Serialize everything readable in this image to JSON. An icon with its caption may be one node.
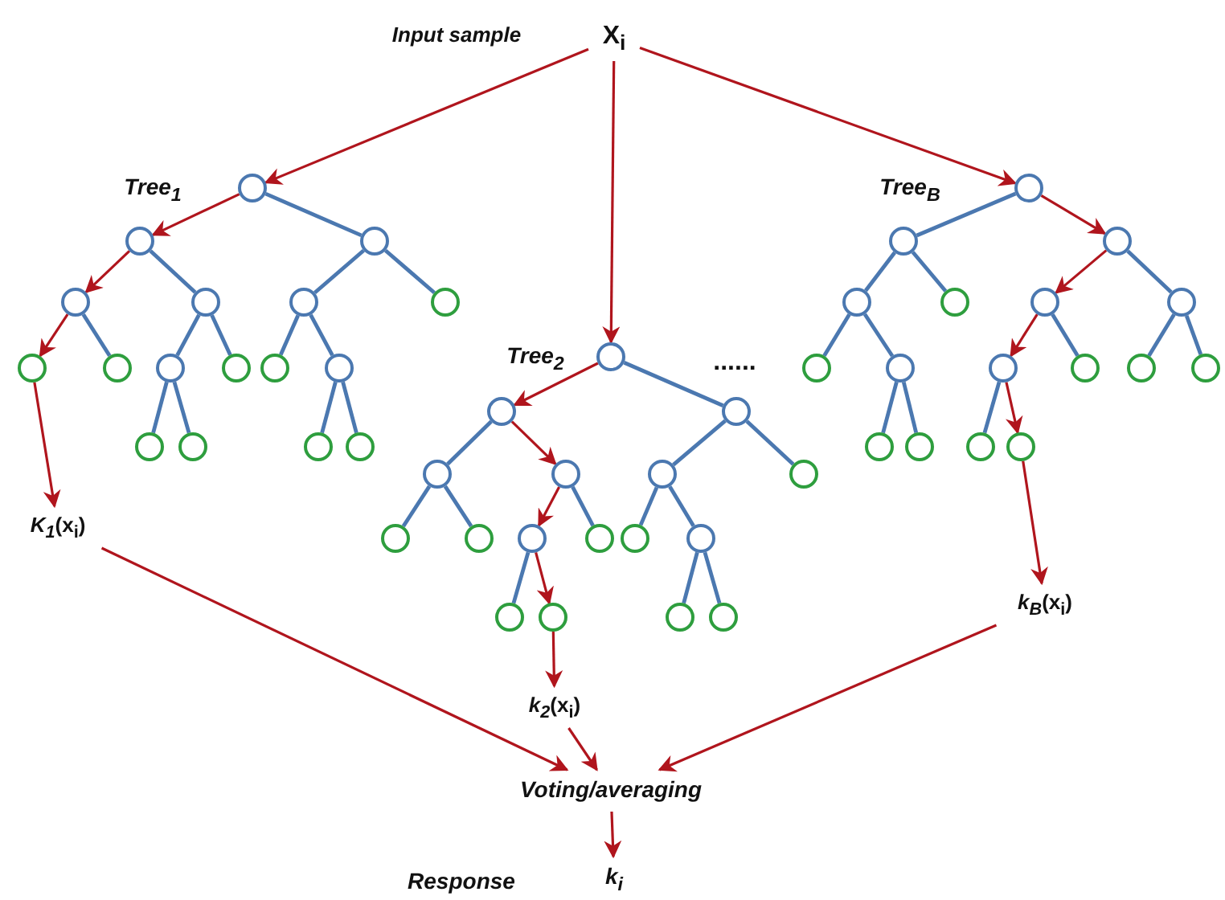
{
  "diagram": {
    "nodes": [
      {
        "text": [
          "X$_{i}$"
        ]
      },
      {
        "text": [],
        "shape": "circle"
      },
      {
        "text": [],
        "shape": "circle"
      },
      {
        "text": [],
        "shape": "circle"
      },
      {
        "text": [],
        "shape": "circle"
      },
      {
        "text": [],
        "shape": "circle"
      },
      {
        "text": [],
        "shape": "circle"
      },
      {
        "text": [],
        "shape": "circle"
      },
      {
        "text": [],
        "shape": "circle"
      },
      {
        "text": [],
        "shape": "circle"
      },
      {
        "text": [],
        "shape": "circle"
      },
      {
        "text": [],
        "shape": "circle"
      },
      {
        "text": [],
        "shape": "circle"
      },
      {
        "text": [],
        "shape": "circle"
      },
      {
        "text": [],
        "shape": "circle"
      },
      {
        "text": [],
        "shape": "circle"
      },
      {
        "text": [],
        "shape": "circle"
      },
      {
        "text": [],
        "shape": "circle"
      },
      {
        "text": [],
        "shape": "circle"
      },
      {
        "text": [],
        "shape": "circle"
      },
      {
        "text": [],
        "shape": "circle"
      },
      {
        "text": [],
        "shape": "circle"
      },
      {
        "text": [],
        "shape": "circle"
      },
      {
        "text": [],
        "shape": "circle"
      },
      {
        "text": [],
        "shape": "circle"
      },
      {
        "text": [],
        "shape": "circle"
      },
      {
        "text": [],
        "shape": "circle"
      },
      {
        "text": [],
        "shape": "circle"
      },
      {
        "text": [],
        "shape": "circle"
      },
      {
        "text": [],
        "shape": "circle"
      },
      {
        "text": [],
        "shape": "circle"
      },
      {
        "text": [],
        "shape": "circle"
      },
      {
        "text": [],
        "shape": "circle"
      },
      {
        "text": [],
        "shape": "circle"
      },
      {
        "text": [],
        "shape": "circle"
      },
      {
        "text": [],
        "shape": "circle"
      },
      {
        "text": [],
        "shape": "circle"
      },
      {
        "text": [],
        "shape": "circle"
      },
      {
        "text": [],
        "shape": "circle"
      },
      {
        "text": [],
        "shape": "circle"
      },
      {
        "text": [],
        "shape": "circle"
      },
      {
        "text": [],
        "shape": "circle"
      },
      {
        "text": [],
        "shape": "circle"
      },
      {
        "text": [],
        "shape": "circle"
      },
      {
        "text": [],
        "shape": "circle"
      },
      {
        "text": [],
        "shape": "circle"
      },
      {
        "text": [],
        "shape": "circle"
      },
      {
        "text": [],
        "shape": "circle"
      },
      {
        "text": [],
        "shape": "circle"
      },
      {
        "text": [],
        "shape": "circle"
      },
      {
        "text": [],
        "shape": "circle"
      },
      {
        "text": [],
        "shape": "circle"
      },
      {
        "text": [
          "*K$_{1}$*(x$_{i}$)"
        ]
      },
      {
        "text": [
          "*k$_{2}$*(x$_{i}$)"
        ]
      },
      {
        "text": [
          "*k$_{B}$*(x$_{i}$)"
        ]
      },
      {
        "text": [
          "Voting/averaging"
        ]
      },
      {
        "text": [
          "k$_{i}$"
        ]
      }
    ],
    "edges": [
      {
        "from": 0,
        "to": 1,
        "arrow": "to",
        "color": "#b0151d"
      },
      {
        "from": 0,
        "to": 18,
        "arrow": "to",
        "color": "#b0151d"
      },
      {
        "from": 0,
        "to": 35,
        "arrow": "to",
        "color": "#b0151d"
      },
      {
        "from": 1,
        "to": 2,
        "arrow": "to",
        "color": "#b0151d"
      },
      {
        "from": 1,
        "to": 3,
        "arrow": "none"
      },
      {
        "from": 2,
        "to": 4,
        "arrow": "to",
        "color": "#b0151d"
      },
      {
        "from": 2,
        "to": 5,
        "arrow": "none"
      },
      {
        "from": 4,
        "to": 6,
        "arrow": "to",
        "color": "#b0151d"
      },
      {
        "from": 4,
        "to": 7,
        "arrow": "none"
      },
      {
        "from": 5,
        "to": 8,
        "arrow": "none"
      },
      {
        "from": 5,
        "to": 9,
        "arrow": "none"
      },
      {
        "from": 8,
        "to": 10,
        "arrow": "none"
      },
      {
        "from": 8,
        "to": 11,
        "arrow": "none"
      },
      {
        "from": 3,
        "to": 12,
        "arrow": "none"
      },
      {
        "from": 3,
        "to": 13,
        "arrow": "none"
      },
      {
        "from": 12,
        "to": 14,
        "arrow": "none"
      },
      {
        "from": 12,
        "to": 15,
        "arrow": "none"
      },
      {
        "from": 15,
        "to": 16,
        "arrow": "none"
      },
      {
        "from": 15,
        "to": 17,
        "arrow": "none"
      },
      {
        "from": 6,
        "to": 52,
        "arrow": "to",
        "color": "#b0151d"
      },
      {
        "from": 18,
        "to": 19,
        "arrow": "to",
        "color": "#b0151d"
      },
      {
        "from": 18,
        "to": 20,
        "arrow": "none"
      },
      {
        "from": 19,
        "to": 21,
        "arrow": "none"
      },
      {
        "from": 19,
        "to": 22,
        "arrow": "to",
        "color": "#b0151d"
      },
      {
        "from": 21,
        "to": 23,
        "arrow": "none"
      },
      {
        "from": 21,
        "to": 24,
        "arrow": "none"
      },
      {
        "from": 22,
        "to": 25,
        "arrow": "to",
        "color": "#b0151d"
      },
      {
        "from": 22,
        "to": 26,
        "arrow": "none"
      },
      {
        "from": 25,
        "to": 27,
        "arrow": "none"
      },
      {
        "from": 25,
        "to": 28,
        "arrow": "to",
        "color": "#b0151d"
      },
      {
        "from": 20,
        "to": 29,
        "arrow": "none"
      },
      {
        "from": 20,
        "to": 30,
        "arrow": "none"
      },
      {
        "from": 29,
        "to": 31,
        "arrow": "none"
      },
      {
        "from": 29,
        "to": 32,
        "arrow": "none"
      },
      {
        "from": 32,
        "to": 33,
        "arrow": "none"
      },
      {
        "from": 32,
        "to": 34,
        "arrow": "none"
      },
      {
        "from": 28,
        "to": 53,
        "arrow": "to",
        "color": "#b0151d"
      },
      {
        "from": 35,
        "to": 36,
        "arrow": "none"
      },
      {
        "from": 35,
        "to": 37,
        "arrow": "to",
        "color": "#b0151d"
      },
      {
        "from": 36,
        "to": 38,
        "arrow": "none"
      },
      {
        "from": 36,
        "to": 39,
        "arrow": "none"
      },
      {
        "from": 38,
        "to": 40,
        "arrow": "none"
      },
      {
        "from": 38,
        "to": 41,
        "arrow": "none"
      },
      {
        "from": 41,
        "to": 42,
        "arrow": "none"
      },
      {
        "from": 41,
        "to": 43,
        "arrow": "none"
      },
      {
        "from": 37,
        "to": 44,
        "arrow": "to",
        "color": "#b0151d"
      },
      {
        "from": 37,
        "to": 45,
        "arrow": "none"
      },
      {
        "from": 44,
        "to": 46,
        "arrow": "to",
        "color": "#b0151d"
      },
      {
        "from": 44,
        "to": 47,
        "arrow": "none"
      },
      {
        "from": 46,
        "to": 48,
        "arrow": "none"
      },
      {
        "from": 46,
        "to": 49,
        "arrow": "to",
        "color": "#b0151d"
      },
      {
        "from": 45,
        "to": 50,
        "arrow": "none"
      },
      {
        "from": 45,
        "to": 51,
        "arrow": "none"
      },
      {
        "from": 49,
        "to": 54,
        "arrow": "to",
        "color": "#b0151d"
      },
      {
        "from": 52,
        "to": 55,
        "arrow": "to",
        "color": "#b0151d"
      },
      {
        "from": 53,
        "to": 55,
        "arrow": "to",
        "color": "#b0151d"
      },
      {
        "from": 54,
        "to": 55,
        "arrow": "to",
        "color": "#b0151d"
      },
      {
        "from": 55,
        "to": 56,
        "arrow": "to",
        "color": "#b0151d"
      }
    ],
    "labels": [
      "Input sample",
      "*Tree*$_{1}$",
      "*Tree*$_{B}$",
      "*Tree*$_{2}$",
      "......",
      "Response"
    ]
  }
}
